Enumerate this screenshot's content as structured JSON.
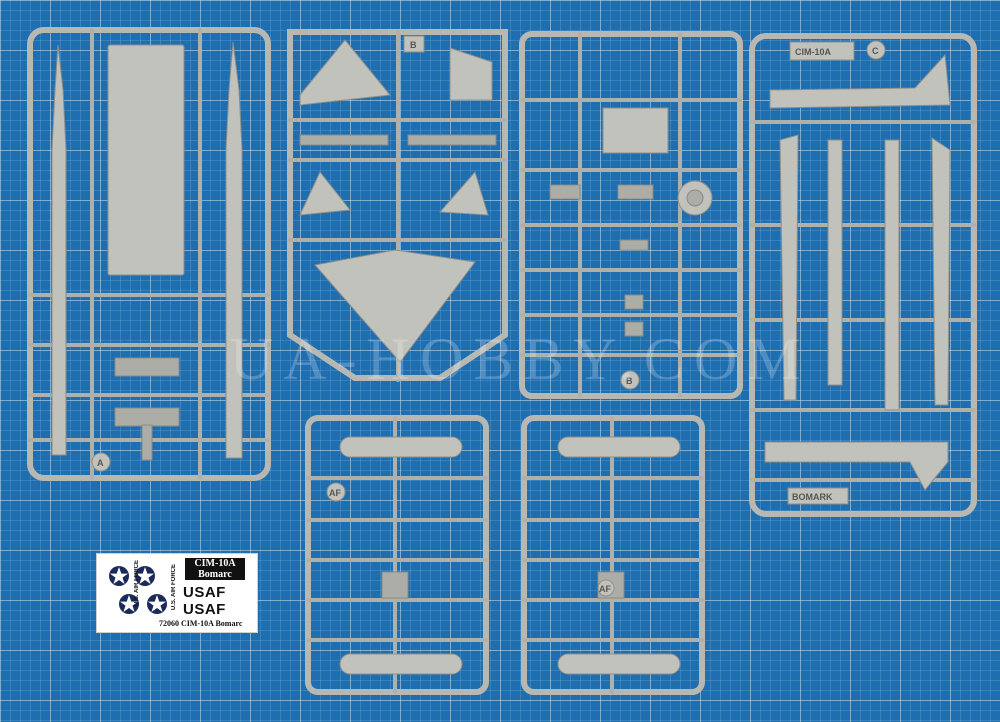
{
  "watermark": "UA-HOBBY.COM",
  "sprues": [
    {
      "letter": "A"
    },
    {
      "letter": "B"
    },
    {
      "letter": "B"
    },
    {
      "letter": "C",
      "label": "CIM-10A",
      "bottom_label": "BOMARK"
    },
    {
      "letter": "AF"
    },
    {
      "letter": "AF"
    }
  ],
  "decal_sheet": {
    "title_line1": "CIM-10A",
    "title_line2": "Bomarc",
    "usaf_1": "USAF",
    "usaf_2": "USAF",
    "vertical_1": "U.S. AIR FORCE",
    "vertical_2": "U.S. AIR FORCE",
    "footer": "72060  CIM-10A  Bomarc"
  },
  "colors": {
    "mat": "#1f6fb0",
    "plastic": "#c2c2bc"
  }
}
